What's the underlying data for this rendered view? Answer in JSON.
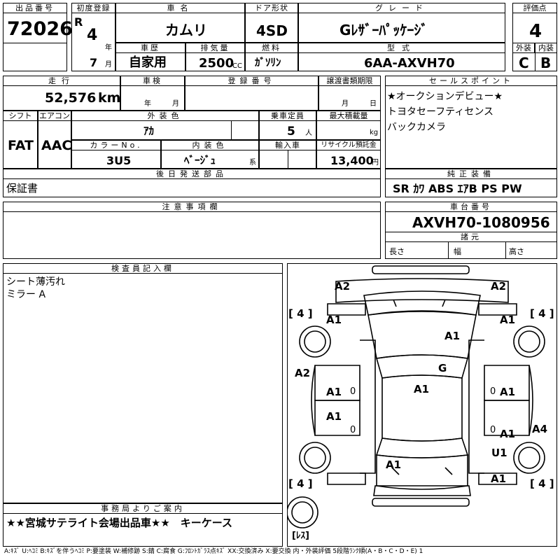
{
  "header": {
    "lot_no_label": "出品番号",
    "lot_no": "72026",
    "first_reg_label": "初度登録",
    "era": "R",
    "year": "4",
    "year_unit": "年",
    "month": "7",
    "month_unit": "月",
    "car_name_label": "車名",
    "car_name": "カムリ",
    "door_label": "ドア形状",
    "door": "4SD",
    "grade_label": "グレード",
    "grade": "Gﾚｻﾞｰﾊﾟｯｹｰｼﾞ",
    "score_label": "評価点",
    "score": "4",
    "history_label": "車歴",
    "history": "自家用",
    "displacement_label": "排気量",
    "displacement": "2500",
    "displacement_unit": "CC",
    "fuel_label": "燃料",
    "fuel": "ｶﾞｿﾘﾝ",
    "model_label": "型式",
    "model": "6AA-AXVH70",
    "exterior_label": "外装",
    "exterior": "C",
    "interior_label": "内装",
    "interior": "B"
  },
  "row2": {
    "mileage_label": "走行",
    "mileage": "52,576",
    "mileage_unit": "km",
    "inspection_label": "車検",
    "insp_year_unit": "年",
    "insp_month_unit": "月",
    "plate_label": "登録番号",
    "transfer_label": "譲渡書類期限",
    "transfer_month_unit": "月",
    "transfer_day_unit": "日",
    "shift_label": "シフト",
    "shift": "FAT",
    "ac_label": "エアコン",
    "ac": "AAC",
    "color_label": "外装色",
    "color": "ｱｶ",
    "capacity_label": "乗車定員",
    "capacity": "5",
    "capacity_unit": "人",
    "load_label": "最大積載量",
    "load_unit": "kg",
    "color_no_label": "カラーNo.",
    "color_no": "3U5",
    "interior_color_label": "内装色",
    "interior_color": "ﾍﾞｰｼﾞｭ",
    "interior_color_unit": "系",
    "import_label": "輸入車",
    "recycle_label": "リサイクル預託金",
    "recycle": "13,400",
    "recycle_unit": "円",
    "later_label": "後日発送部品",
    "later": "保証書",
    "sales_label": "セールスポイント",
    "sales_points": [
      "★オークションデビュー★",
      "トヨタセーフティセンス",
      "バックカメラ"
    ],
    "equip_label": "純正装備",
    "equip": "SR ｶﾜ ABS ｴｱB PS PW"
  },
  "notes": {
    "label": "注意事項欄"
  },
  "chassis": {
    "label": "車台番号",
    "number": "AXVH70-1080956",
    "spec_label": "諸元",
    "length_label": "長さ",
    "width_label": "幅",
    "height_label": "高さ"
  },
  "inspector": {
    "label": "検査員記入欄",
    "lines": [
      "シート薄汚れ",
      "ミラー A"
    ]
  },
  "diagram": {
    "marks": {
      "fl_corner": "A2",
      "fr_corner": "A2",
      "tire_fl": "4",
      "tire_fr": "4",
      "tire_rl": "4",
      "tire_rr": "4",
      "fender_fl": "A1",
      "fender_fr": "A1",
      "hood": "A1",
      "windshield": "G",
      "left_side": "A2",
      "door_fl": "A1",
      "door_fr": "A1",
      "roof": "A1",
      "door_rl": "A1",
      "door_rr": "A1",
      "right_side": "A4",
      "quarter_rr": "U1",
      "trunk": "A1",
      "rear_r": "A1",
      "spare": "ﾚｽ",
      "zero_1": "0",
      "zero_2": "0",
      "zero_3": "0",
      "zero_4": "0"
    }
  },
  "office": {
    "label": "事務局よりご案内",
    "message": "★★宮城サテライト会場出品車★★　キーケース"
  },
  "legend": "A:ｷｽﾞ U:ﾍｺﾐ B:ｷｽﾞを伴うﾍｺﾐ P:要塗装 W:補修跡 S:錆 C:腐食 G:ﾌﾛﾝﾄｶﾞﾗｽ点ｷｽﾞ XX:交換済み X:要交換 内・外装評価 5段階ﾗﾝｸ順(A・B・C・D・E) 1"
}
